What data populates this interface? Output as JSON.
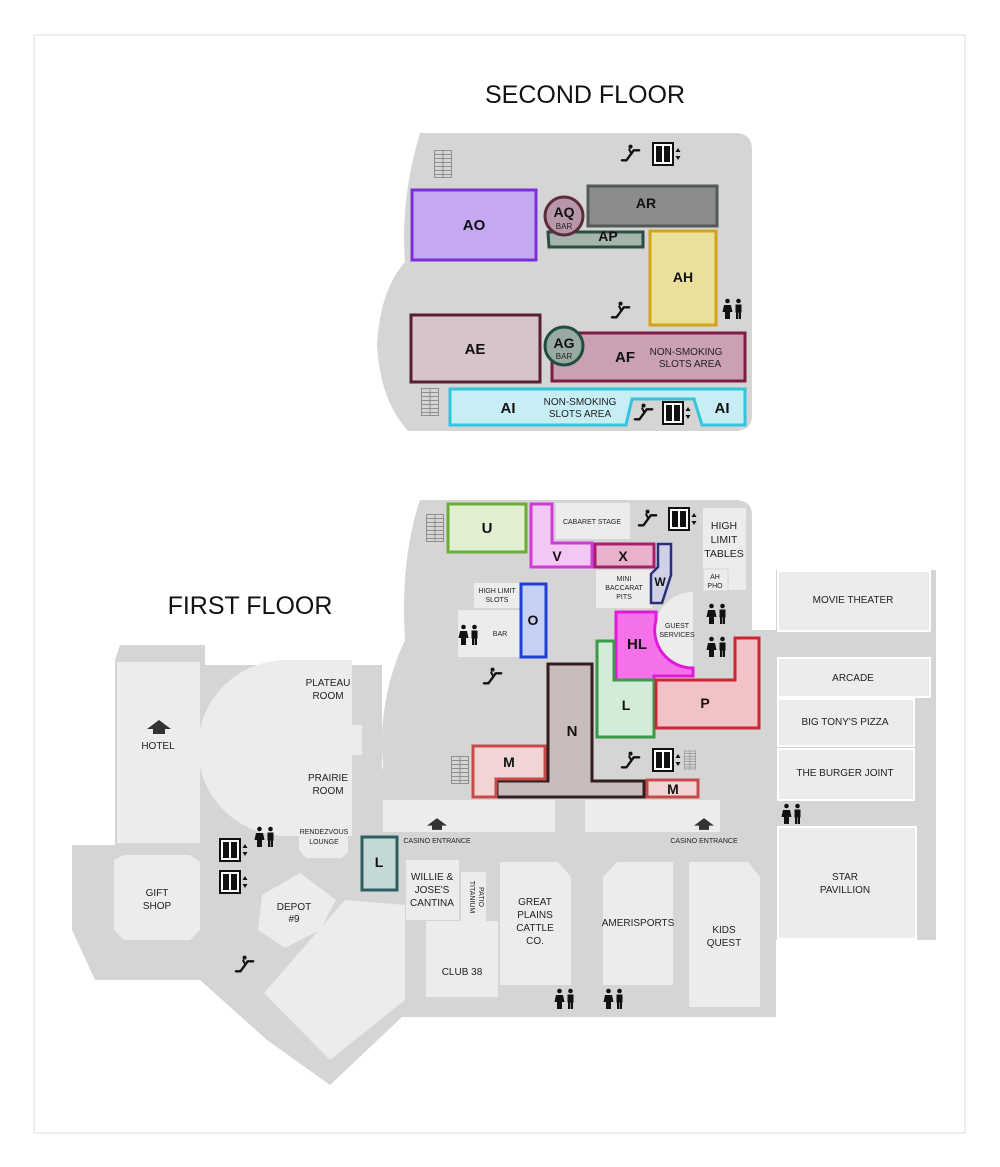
{
  "titles": {
    "second_floor": "SECOND FLOOR",
    "first_floor": "FIRST FLOOR"
  },
  "colors": {
    "building": "#d5d5d5",
    "room": "#ececec",
    "AO": "#7b2fd6",
    "AO_fill": "#c4a9f2",
    "AR": "#545a57",
    "AR_fill": "#898c8a",
    "AQ": "#5e2b3e",
    "AQ_fill": "#b797aa",
    "AP": "#294f3f",
    "AP_fill": "#a5b4ad",
    "AH": "#d2a41a",
    "AH_fill": "#ebe09b",
    "AE": "#5b1e34",
    "AE_fill": "#d7c3cb",
    "AG": "#1f4d3f",
    "AG_fill": "#99aaa2",
    "AF": "#7e1c44",
    "AF_fill": "#c9a0b4",
    "AI": "#34c4dc",
    "AI_fill": "#c7edf5",
    "U": "#6aae33",
    "U_fill": "#e3efd2",
    "V": "#d13ad6",
    "V_fill": "#f3c7f3",
    "X": "#a81e6a",
    "X_fill": "#e8b2cc",
    "W": "#2a2f7a",
    "W_fill": "#d0d0e7",
    "O": "#1f3fd6",
    "O_fill": "#c6d0f5",
    "HL": "#e01ad7",
    "HL_fill": "#f571e9",
    "L": "#3a9a4a",
    "L_fill": "#d3ecd7",
    "P": "#cf2533",
    "P_fill": "#f2c3c6",
    "N": "#341d1f",
    "N_fill": "#c8bcbc",
    "M": "#c64a4a",
    "M_fill": "#f1d5d5",
    "L2": "#2e5e60",
    "L2_fill": "#c5d8d8"
  },
  "second_floor": {
    "zones": {
      "AO": "AO",
      "AR": "AR",
      "AQ": "AQ",
      "AQ_sub": "BAR",
      "AP": "AP",
      "AH": "AH",
      "AE": "AE",
      "AG": "AG",
      "AG_sub": "BAR",
      "AF": "AF",
      "AI_left": "AI",
      "AI_right": "AI"
    },
    "notes": {
      "af_line1": "NON-SMOKING",
      "af_line2": "SLOTS AREA",
      "ai_line1": "NON-SMOKING",
      "ai_line2": "SLOTS AREA"
    }
  },
  "first_floor": {
    "zones": {
      "U": "U",
      "V": "V",
      "X": "X",
      "W": "W",
      "O": "O",
      "HL": "HL",
      "L": "L",
      "P": "P",
      "N": "N",
      "M_left": "M",
      "M_right": "M",
      "L_small": "L"
    },
    "labels": {
      "cabaret_stage": "CABARET STAGE",
      "high_limit_tables_1": "HIGH",
      "high_limit_tables_2": "LIMIT",
      "high_limit_tables_3": "TABLES",
      "ah_pho_1": "AH",
      "ah_pho_2": "PHO",
      "mini_baccarat_1": "MINI",
      "mini_baccarat_2": "BACCARAT",
      "mini_baccarat_3": "PITS",
      "guest_services_1": "GUEST",
      "guest_services_2": "SERVICES",
      "high_limit_slots_1": "HIGH LIMIT",
      "high_limit_slots_2": "SLOTS",
      "bar": "BAR",
      "plateau_room_1": "PLATEAU",
      "plateau_room_2": "ROOM",
      "prairie_room_1": "PRAIRIE",
      "prairie_room_2": "ROOM",
      "hotel": "HOTEL",
      "rendezvous_1": "RENDEZVOUS",
      "rendezvous_2": "LOUNGE",
      "casino_entrance_left": "CASINO ENTRANCE",
      "casino_entrance_right": "CASINO ENTRANCE",
      "gift_shop_1": "GIFT",
      "gift_shop_2": "SHOP",
      "depot_1": "DEPOT",
      "depot_2": "#9",
      "willie_1": "WILLIE &",
      "willie_2": "JOSE'S",
      "willie_3": "CANTINA",
      "titanium_1": "TITANIUM",
      "titanium_2": "PATIO",
      "club38": "CLUB 38",
      "great_plains_1": "GREAT",
      "great_plains_2": "PLAINS",
      "great_plains_3": "CATTLE",
      "great_plains_4": "CO.",
      "amerisports": "AMERISPORTS",
      "kids_quest_1": "KIDS",
      "kids_quest_2": "QUEST",
      "movie_theater": "MOVIE THEATER",
      "arcade": "ARCADE",
      "big_tonys": "BIG TONY'S PIZZA",
      "burger_joint": "THE BURGER JOINT",
      "star_pavillion_1": "STAR",
      "star_pavillion_2": "PAVILLION"
    }
  },
  "icons": [
    "escalator-icon",
    "elevator-icon",
    "restroom-icon",
    "stairs-icon",
    "hotel-arrow-icon",
    "entrance-arrow-icon"
  ]
}
